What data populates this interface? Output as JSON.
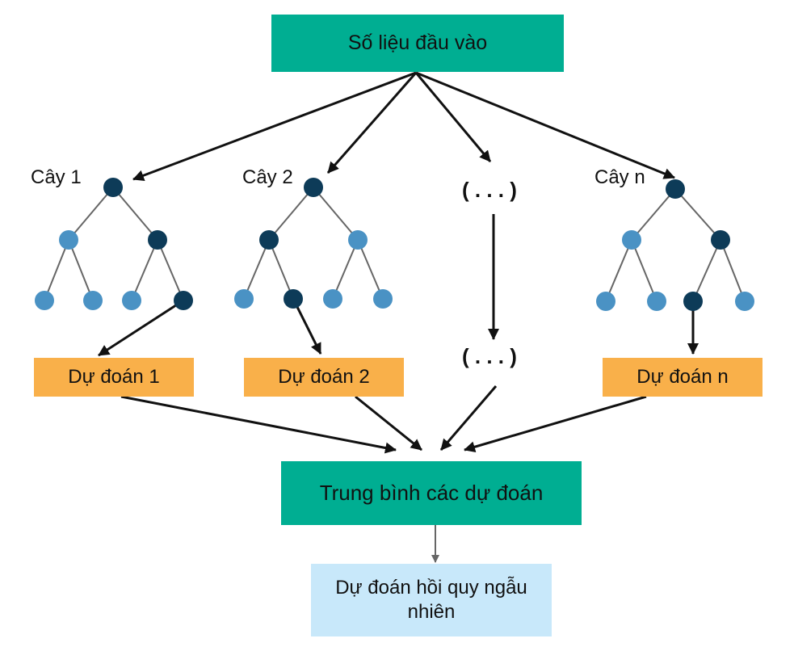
{
  "colors": {
    "teal": "#00AE92",
    "orange": "#F9B04A",
    "light_blue": "#C8E8FA",
    "node_dark": "#0D3B58",
    "node_light": "#4A92C4",
    "edge": "#666666",
    "arrow": "#111111"
  },
  "input_box": {
    "label": "Số liệu đầu vào"
  },
  "trees": [
    {
      "label": "Cây 1",
      "prediction": "Dự đoán 1"
    },
    {
      "label": "Cây 2",
      "prediction": "Dự đoán 2"
    },
    {
      "label": "Cây n",
      "prediction": "Dự đoán n"
    }
  ],
  "ellipsis": {
    "top": "( . . . )",
    "bottom": "( . . . )"
  },
  "average_box": {
    "label": "Trung bình các dự đoán"
  },
  "output_box": {
    "label": "Dự đoán hồi quy ngẫu nhiên"
  }
}
